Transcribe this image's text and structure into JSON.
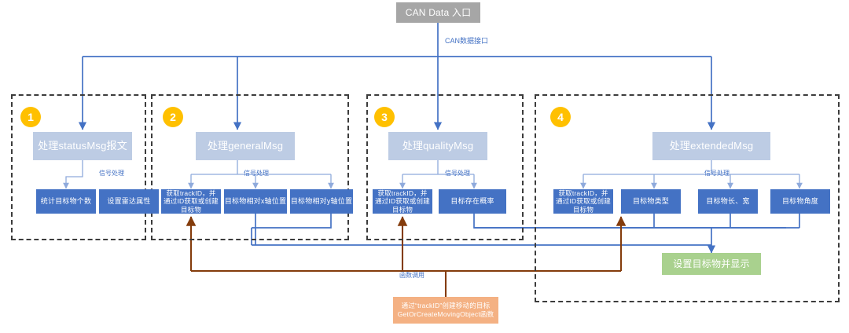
{
  "diagram": {
    "title": "CAN Data 入口",
    "entry": {
      "label": "CAN Data 入口"
    },
    "edge_labels": {
      "can_interface": "CAN数据接口",
      "signal_process": "信号处理",
      "function_call": "函数调用"
    },
    "groups": [
      {
        "badge": "1",
        "header": "处理statusMsg报文",
        "signal_label": "信号处理",
        "items": [
          "统计目标物个数",
          "设置雷达属性"
        ]
      },
      {
        "badge": "2",
        "header": "处理generalMsg",
        "signal_label": "信号处理",
        "items": [
          "获取trackID，并通过ID获取或创建目标物",
          "目标物相对x轴位置",
          "目标物相对y轴位置"
        ]
      },
      {
        "badge": "3",
        "header": "处理qualityMsg",
        "signal_label": "信号处理",
        "items": [
          "获取trackID，并通过ID获取或创建目标物",
          "目标存在概率"
        ]
      },
      {
        "badge": "4",
        "header": "处理extendedMsg",
        "signal_label": "信号处理",
        "items": [
          "获取trackID，并通过ID获取或创建目标物",
          "目标物类型",
          "目标物长、宽",
          "目标物角度"
        ]
      }
    ],
    "output": {
      "label": "设置目标物并显示"
    },
    "function_box": {
      "line1": "通过“trackID”创建移动的目标",
      "line2": "GetOrCreateMovingObject函数"
    },
    "colors": {
      "entry": "#a6a6a6",
      "header": "#bdcce4",
      "item": "#4472c4",
      "output": "#a9d18e",
      "function": "#f4b183",
      "badge": "#ffc000",
      "wire_blue": "#4472c4",
      "wire_light_blue": "#8faadc",
      "wire_brown": "#843c0c",
      "group_border": "#3c3c3c"
    }
  }
}
